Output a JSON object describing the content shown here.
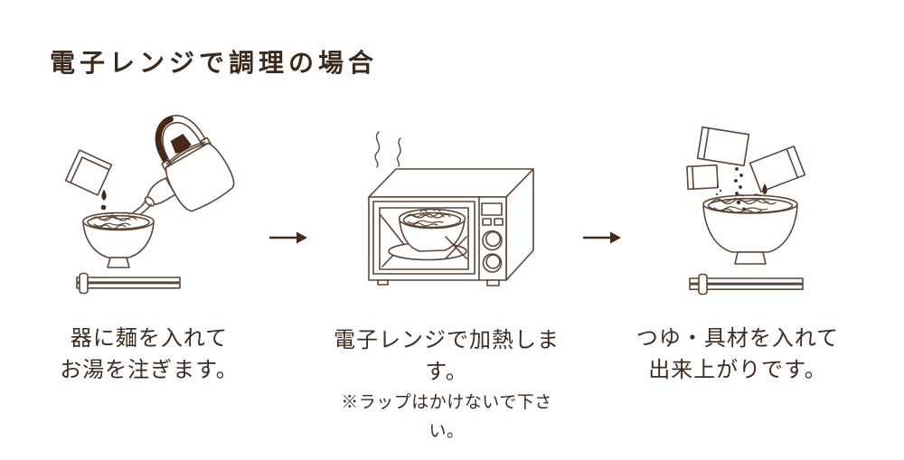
{
  "page": {
    "title": "電子レンジで調理の場合",
    "background": "#ffffff"
  },
  "colors": {
    "line": "#5c4434",
    "dark_fill": "#45281a",
    "text": "#3d2b1f"
  },
  "icons": {
    "arrow": "right-arrow",
    "step1": "kettle-pouring-hot-water-into-noodle-bowl",
    "step2": "microwave-heating-noodle-bowl",
    "step3": "pouring-soup-and-toppings-into-noodle-bowl"
  },
  "steps": [
    {
      "id": 1,
      "illustration": "kettle-pouring-hot-water-into-noodle-bowl",
      "caption_lines": [
        "器に麺を入れて",
        "お湯を注ぎます。"
      ],
      "note": ""
    },
    {
      "id": 2,
      "illustration": "microwave-heating-noodle-bowl",
      "caption_lines": [
        "電子レンジで加熱します。"
      ],
      "note": "※ラップはかけないで下さい。"
    },
    {
      "id": 3,
      "illustration": "pouring-soup-and-toppings-into-noodle-bowl",
      "caption_lines": [
        "つゆ・具材を入れて",
        "出来上がりです。"
      ],
      "note": ""
    }
  ]
}
